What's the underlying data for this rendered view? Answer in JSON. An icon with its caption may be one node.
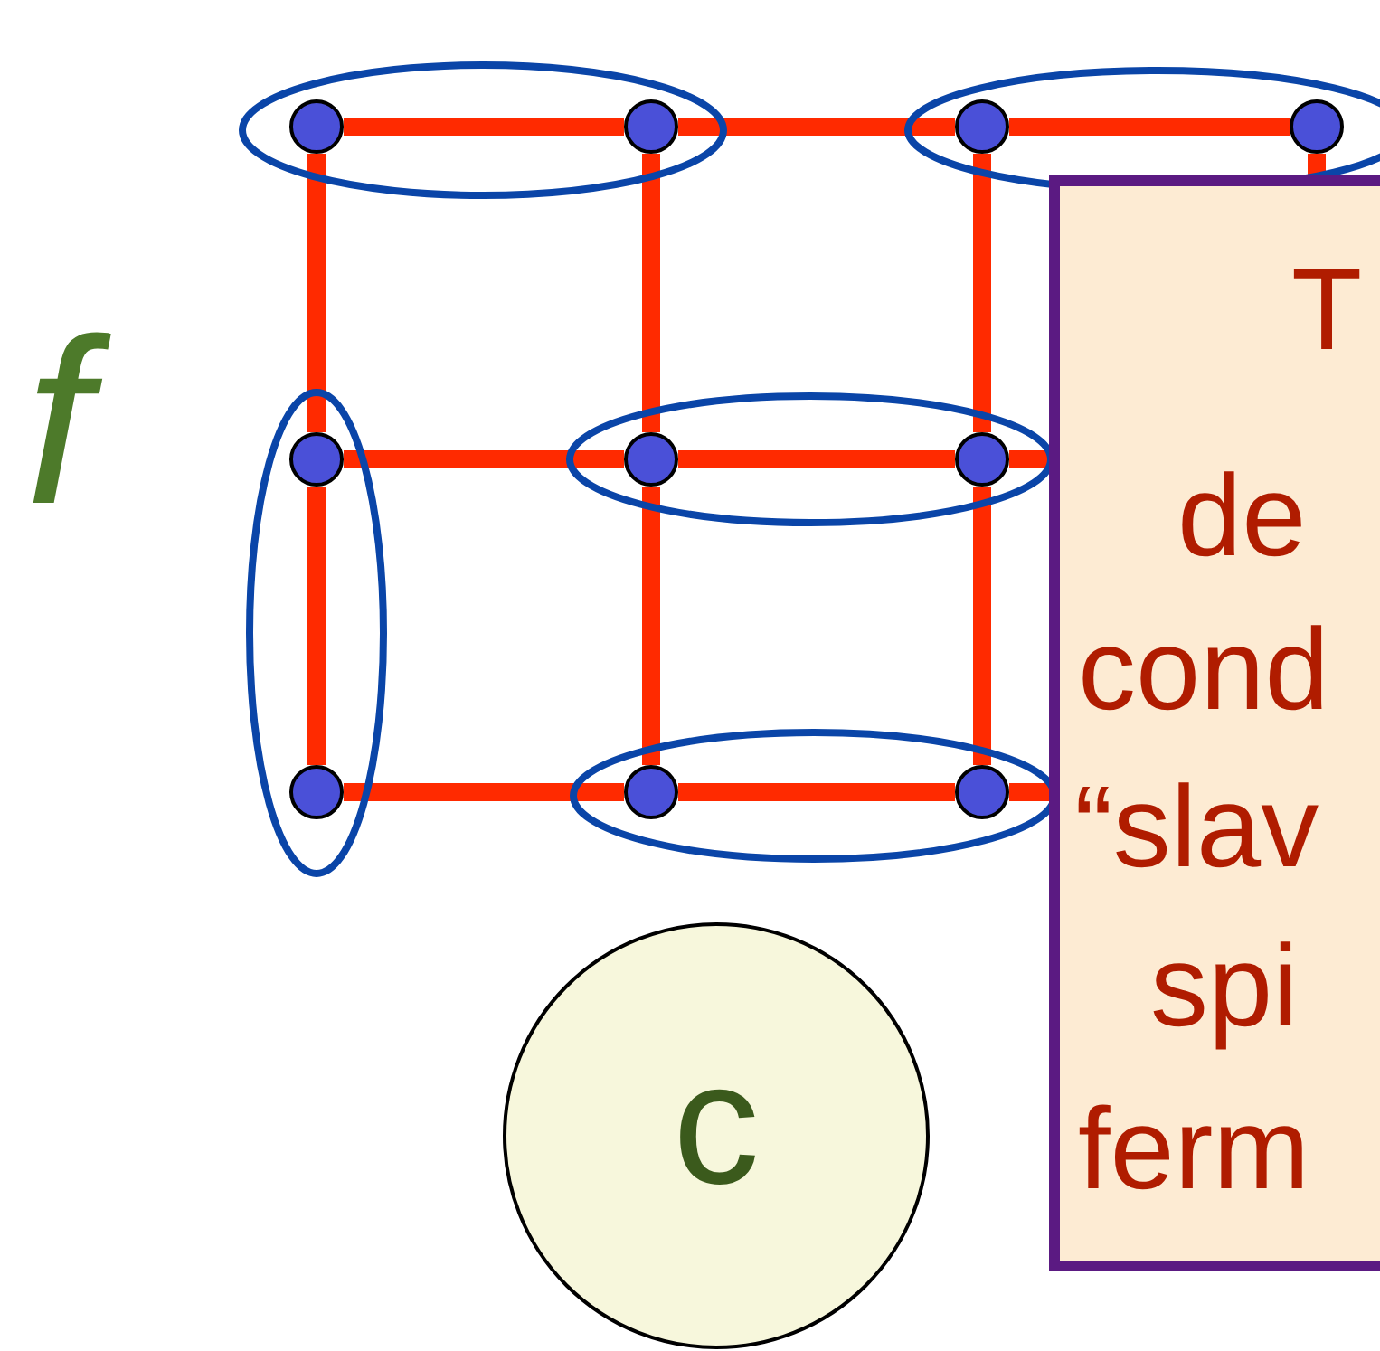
{
  "diagram": {
    "nodes": [
      {
        "text": [],
        "shape": "circle"
      },
      {
        "text": [],
        "shape": "circle"
      },
      {
        "text": [],
        "shape": "circle"
      },
      {
        "text": [],
        "shape": "circle"
      },
      {
        "text": [],
        "shape": "circle"
      },
      {
        "text": [],
        "shape": "circle"
      },
      {
        "text": [],
        "shape": "circle"
      },
      {
        "text": [],
        "shape": "circle"
      },
      {
        "text": [],
        "shape": "circle"
      },
      {
        "text": [],
        "shape": "circle"
      },
      {
        "text": [
          "c"
        ]
      },
      {
        "text": [
          "T",
          "de",
          "cond",
          "“slav",
          "spi",
          "ferm"
        ]
      }
    ],
    "edges": [
      {
        "from": 0,
        "to": 1,
        "arrow": "none"
      },
      {
        "from": 1,
        "to": 2,
        "arrow": "none"
      },
      {
        "from": 2,
        "to": 3,
        "arrow": "none"
      },
      {
        "from": 4,
        "to": 5,
        "arrow": "none"
      },
      {
        "from": 5,
        "to": 6,
        "arrow": "none"
      },
      {
        "from": 7,
        "to": 8,
        "arrow": "none"
      },
      {
        "from": 8,
        "to": 9,
        "arrow": "none"
      },
      {
        "from": 0,
        "to": 4,
        "arrow": "none"
      },
      {
        "from": 4,
        "to": 7,
        "arrow": "none"
      },
      {
        "from": 1,
        "to": 5,
        "arrow": "none"
      },
      {
        "from": 5,
        "to": 8,
        "arrow": "none"
      },
      {
        "from": 2,
        "to": 6,
        "arrow": "none"
      },
      {
        "from": 6,
        "to": 9,
        "arrow": "none"
      },
      {
        "from": 3,
        "to": 11,
        "arrow": "none"
      },
      {
        "from": 6,
        "to": 11,
        "arrow": "none"
      },
      {
        "from": 9,
        "to": 11,
        "arrow": "none"
      }
    ],
    "labels": [
      "f"
    ]
  }
}
